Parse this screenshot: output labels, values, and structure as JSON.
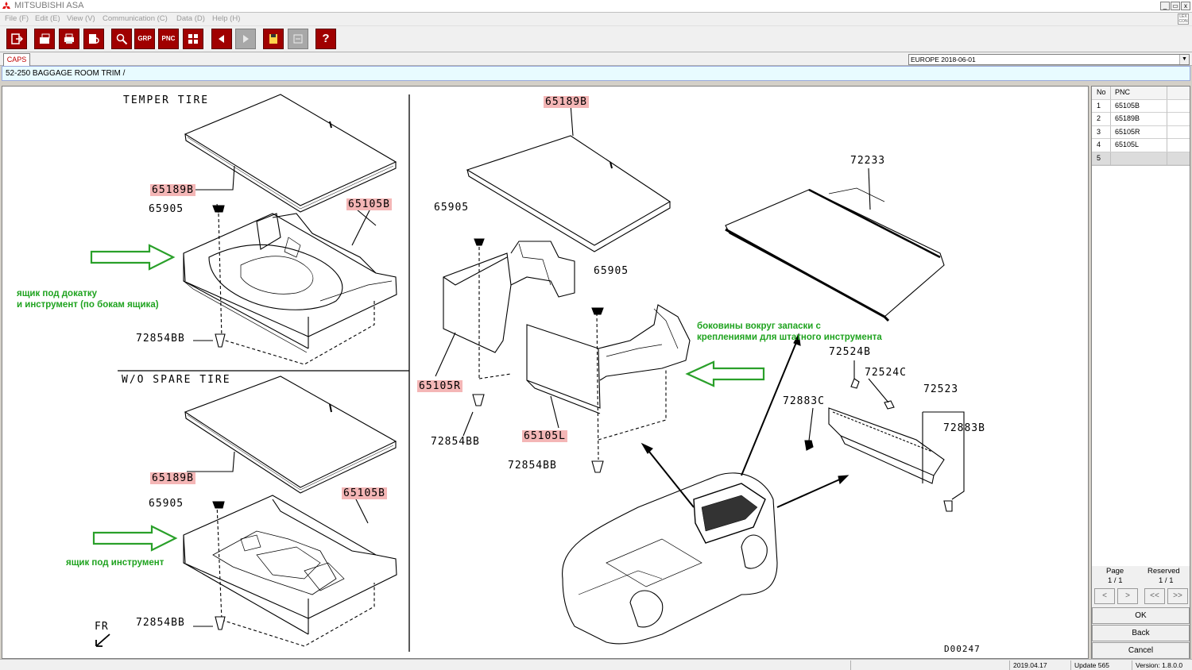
{
  "window": {
    "title": "MITSUBISHI ASA",
    "brand_color": "#e00000"
  },
  "menu": [
    "File (F)",
    "Edit (E)",
    "View (V)",
    "Communication (C)",
    "Data (D)",
    "Help (H)"
  ],
  "lexicon_label": "LEX CON",
  "toolbar": {
    "grp_label": "GRP",
    "pnc_label": "PNC",
    "help_label": "?"
  },
  "tab": {
    "label": "CAPS"
  },
  "region": {
    "value": "EUROPE   2018-06-01"
  },
  "group_path": "52-250  BAGGAGE ROOM TRIM /",
  "illustration": {
    "section_titles": [
      "TEMPER TIRE",
      "W/O SPARE TIRE"
    ],
    "callouts": [
      "65189B",
      "65905",
      "65105B",
      "72854BB",
      "65189B",
      "65905",
      "65105B",
      "72854BB",
      "65189B",
      "65905",
      "65905",
      "65105R",
      "72854BB",
      "65105L",
      "72854BB",
      "72233",
      "72524B",
      "72524C",
      "72883C",
      "72523",
      "72883B"
    ],
    "fr_label": "FR",
    "diagram_code": "D00247",
    "notes": [
      "ящик под докатку\nи инструмент (по бокам ящика)",
      "ящик под инструмент",
      "боковины вокруг запаски с\nкреплениями для штатного инструмента"
    ]
  },
  "pnc_table": {
    "headers": [
      "No",
      "PNC"
    ],
    "rows": [
      {
        "no": "1",
        "pnc": "65105B"
      },
      {
        "no": "2",
        "pnc": "65189B"
      },
      {
        "no": "3",
        "pnc": "65105R"
      },
      {
        "no": "4",
        "pnc": "65105L"
      },
      {
        "no": "5",
        "pnc": ""
      }
    ]
  },
  "paging": {
    "page_label": "Page",
    "page_value": "1 / 1",
    "reserved_label": "Reserved",
    "reserved_value": "1 / 1"
  },
  "nav_buttons": [
    "<",
    ">",
    "<<",
    ">>"
  ],
  "actions": {
    "ok": "OK",
    "back": "Back",
    "cancel": "Cancel"
  },
  "status": {
    "date": "2019.04.17",
    "update": "Update 565",
    "version": "Version: 1.8.0.0"
  }
}
